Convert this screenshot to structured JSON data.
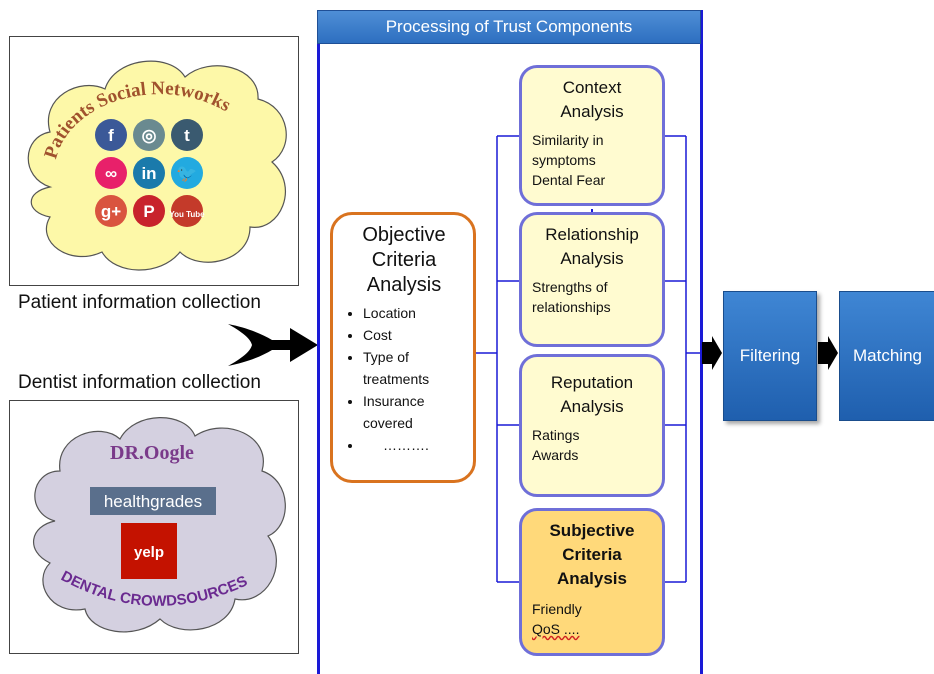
{
  "frame": {
    "title": "Processing of Trust Components"
  },
  "patient_panel": {
    "cloud_text": "Patients Social Networks",
    "caption": "Patient information collection",
    "icons": [
      {
        "name": "facebook-icon",
        "glyph": "f",
        "color": "#3b5998"
      },
      {
        "name": "instagram-icon",
        "glyph": "◎",
        "color": "#6a8a90"
      },
      {
        "name": "tumblr-icon",
        "glyph": "t",
        "color": "#3a5a70"
      },
      {
        "name": "flickr-icon",
        "glyph": "∞",
        "color": "#e8206a"
      },
      {
        "name": "linkedin-icon",
        "glyph": "in",
        "color": "#1a7aab"
      },
      {
        "name": "twitter-icon",
        "glyph": "🐦",
        "color": "#22aae0"
      },
      {
        "name": "google-plus-icon",
        "glyph": "g+",
        "color": "#d9543f"
      },
      {
        "name": "pinterest-icon",
        "glyph": "P",
        "color": "#c8232c"
      },
      {
        "name": "youtube-icon",
        "glyph": "You Tube",
        "color": "#c43a2a"
      }
    ]
  },
  "dentist_panel": {
    "caption": "Dentist information collection",
    "logo_droogle": "DR.Oogle",
    "logo_healthgrades": "healthgrades",
    "logo_yelp": "yelp",
    "cloud_text": "DENTAL CROWDSOURCES"
  },
  "objective": {
    "title": "Objective Criteria Analysis",
    "items": [
      "Location",
      "Cost",
      "Type of treatments",
      "Insurance covered",
      "………."
    ]
  },
  "analyses": [
    {
      "title": "Context Analysis",
      "body": [
        "Similarity in symptoms",
        "Dental Fear"
      ]
    },
    {
      "title": "Relationship Analysis",
      "body": [
        "Strengths of relationships"
      ]
    },
    {
      "title": "Reputation Analysis",
      "body": [
        "Ratings",
        "Awards"
      ]
    },
    {
      "title": "Subjective Criteria Analysis",
      "body": [
        "Friendly",
        "QoS ...."
      ]
    }
  ],
  "filtering": "Filtering",
  "matching": "Matching"
}
